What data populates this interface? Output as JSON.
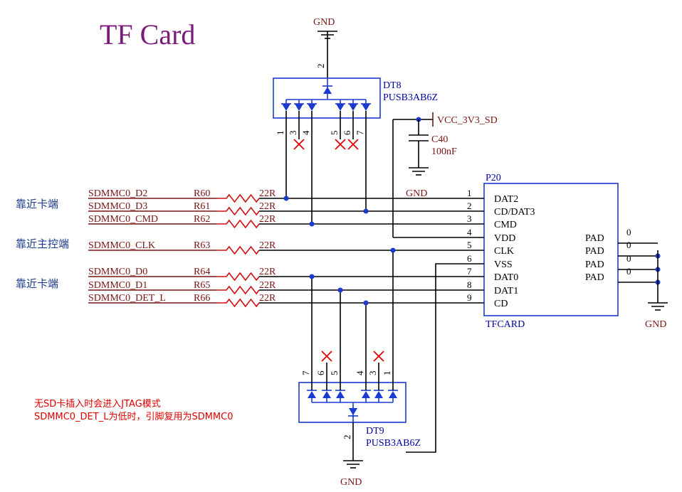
{
  "title": "TF Card",
  "gnd_label": "GND",
  "side_labels": {
    "card_side": "靠近卡端",
    "host_side": "靠近主控端"
  },
  "note": {
    "line1": "无SD卡插入时会进入JTAG模式",
    "line2": "SDMMC0_DET_L为低时，引脚复用为SDMMC0"
  },
  "tvs_top": {
    "ref": "DT8",
    "part": "PUSB3AB6Z",
    "pins": [
      "1",
      "3",
      "4",
      "5",
      "6",
      "7"
    ],
    "gnd_pin": "2"
  },
  "tvs_bottom": {
    "ref": "DT9",
    "part": "PUSB3AB6Z",
    "pins": [
      "7",
      "6",
      "5",
      "4",
      "3",
      "1"
    ],
    "gnd_pin": "2"
  },
  "capacitor": {
    "ref": "C40",
    "value": "100nF"
  },
  "vcc_label": "VCC_3V3_SD",
  "connector": {
    "ref": "P20",
    "part": "TFCARD",
    "pins": [
      {
        "num": "1",
        "name": "DAT2"
      },
      {
        "num": "2",
        "name": "CD/DAT3"
      },
      {
        "num": "3",
        "name": "CMD"
      },
      {
        "num": "4",
        "name": "VDD"
      },
      {
        "num": "5",
        "name": "CLK"
      },
      {
        "num": "6",
        "name": "VSS"
      },
      {
        "num": "7",
        "name": "DAT0"
      },
      {
        "num": "8",
        "name": "DAT1"
      },
      {
        "num": "9",
        "name": "CD"
      }
    ],
    "pad_label": "PAD",
    "pad_num": "0"
  },
  "signals": [
    {
      "net": "SDMMC0_D2",
      "ref": "R60",
      "value": "22R"
    },
    {
      "net": "SDMMC0_D3",
      "ref": "R61",
      "value": "22R"
    },
    {
      "net": "SDMMC0_CMD",
      "ref": "R62",
      "value": "22R"
    },
    {
      "net": "SDMMC0_CLK",
      "ref": "R63",
      "value": "22R"
    },
    {
      "net": "SDMMC0_D0",
      "ref": "R64",
      "value": "22R"
    },
    {
      "net": "SDMMC0_D1",
      "ref": "R65",
      "value": "22R"
    },
    {
      "net": "SDMMC0_DET_L",
      "ref": "R66",
      "value": "22R"
    }
  ]
}
